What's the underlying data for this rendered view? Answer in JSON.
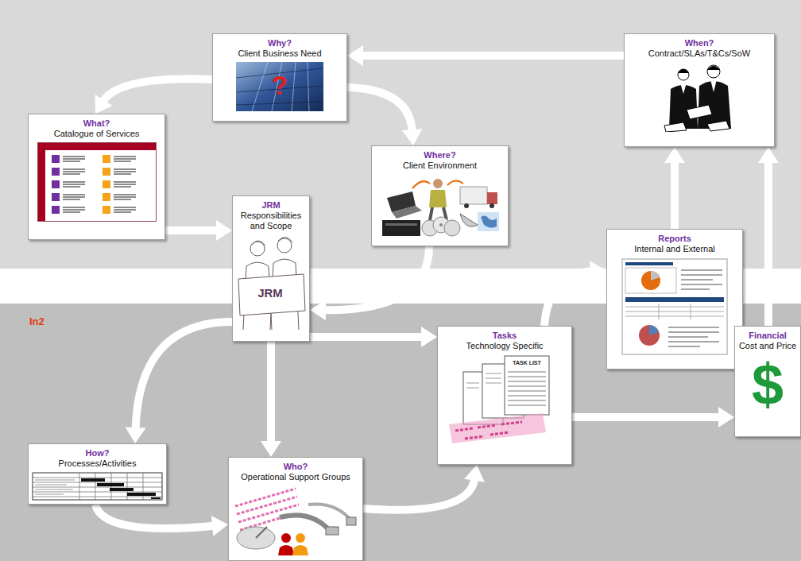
{
  "diagram": {
    "nodes": [
      {
        "text": [
          "Why?",
          "Client Business Need"
        ]
      },
      {
        "text": [
          "When?",
          "Contract/SLAs/T&Cs/SoW"
        ]
      },
      {
        "text": [
          "What?",
          "Catalogue of Services"
        ]
      },
      {
        "text": [
          "Where?",
          "Client Environment"
        ]
      },
      {
        "text": [
          "JRM",
          "Responsibilities and Scope"
        ]
      },
      {
        "text": [
          "Reports",
          "Internal and External"
        ]
      },
      {
        "text": [
          "Tasks",
          "Technology Specific"
        ]
      },
      {
        "text": [
          "Financial",
          "Cost and Price"
        ]
      },
      {
        "text": [
          "How?",
          "Processes/Activities"
        ]
      },
      {
        "text": [
          "Who?",
          "Operational Support Groups"
        ]
      }
    ],
    "edges": [
      {
        "from": 1,
        "to": 0,
        "arrow": "to"
      },
      {
        "from": 0,
        "to": 2,
        "arrow": "to"
      },
      {
        "from": 0,
        "to": 3,
        "arrow": "to"
      },
      {
        "from": 2,
        "to": 4,
        "arrow": "to"
      },
      {
        "from": 4,
        "to": 6,
        "arrow": "to"
      },
      {
        "from": 4,
        "to": 9,
        "arrow": "to"
      },
      {
        "from": 4,
        "to": 8,
        "arrow": "to"
      },
      {
        "from": 8,
        "to": 9,
        "arrow": "to"
      },
      {
        "from": 9,
        "to": 6,
        "arrow": "to"
      },
      {
        "from": 6,
        "to": 7,
        "arrow": "to"
      },
      {
        "from": 6,
        "to": 5,
        "arrow": "to"
      },
      {
        "from": 5,
        "to": 1,
        "arrow": "to"
      },
      {
        "from": 7,
        "to": 1,
        "arrow": "to"
      },
      {
        "from": 3,
        "to": 4,
        "arrow": "to"
      }
    ],
    "labels": [
      "In2",
      "?",
      "JRM",
      "TASK LIST",
      "$"
    ]
  }
}
